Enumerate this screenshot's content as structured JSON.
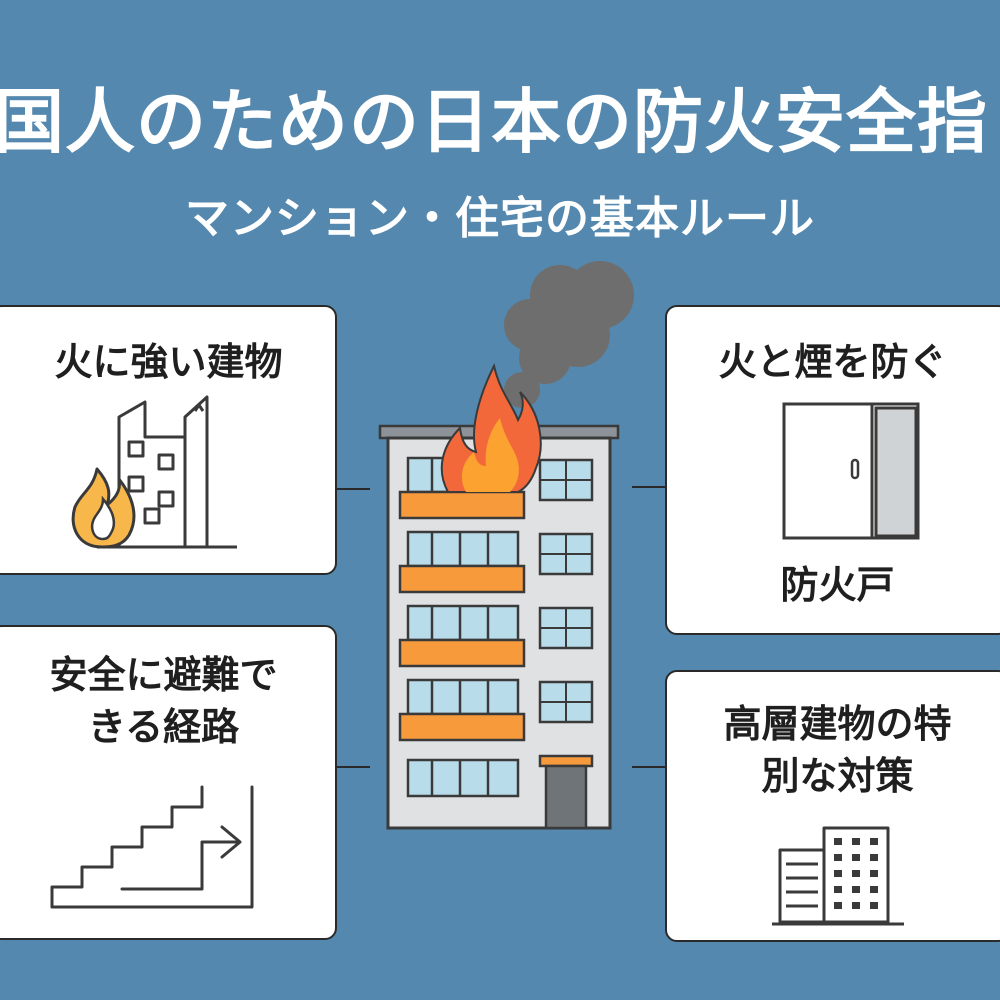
{
  "header": {
    "title": "国人のための日本の防火安全指",
    "subtitle": "マンション・住宅の基本ルール"
  },
  "cards": {
    "fire_resistant": {
      "title": "火に強い建物",
      "icon": "burning-building-icon"
    },
    "evacuation": {
      "title": "安全に避難できる経路",
      "icon": "stairs-exit-icon"
    },
    "smoke_prevention": {
      "title": "火と煙を防ぐ",
      "caption": "防火戸",
      "icon": "fire-door-icon"
    },
    "high_rise": {
      "title": "高層建物の特別な対策",
      "icon": "high-rise-building-icon"
    }
  },
  "colors": {
    "background": "#5488ae",
    "card": "#ffffff",
    "flame_outer": "#f2683a",
    "flame_inner": "#fba231",
    "balcony": "#f79a3c",
    "window": "#b9dcea",
    "smoke": "#6e6e6e"
  }
}
